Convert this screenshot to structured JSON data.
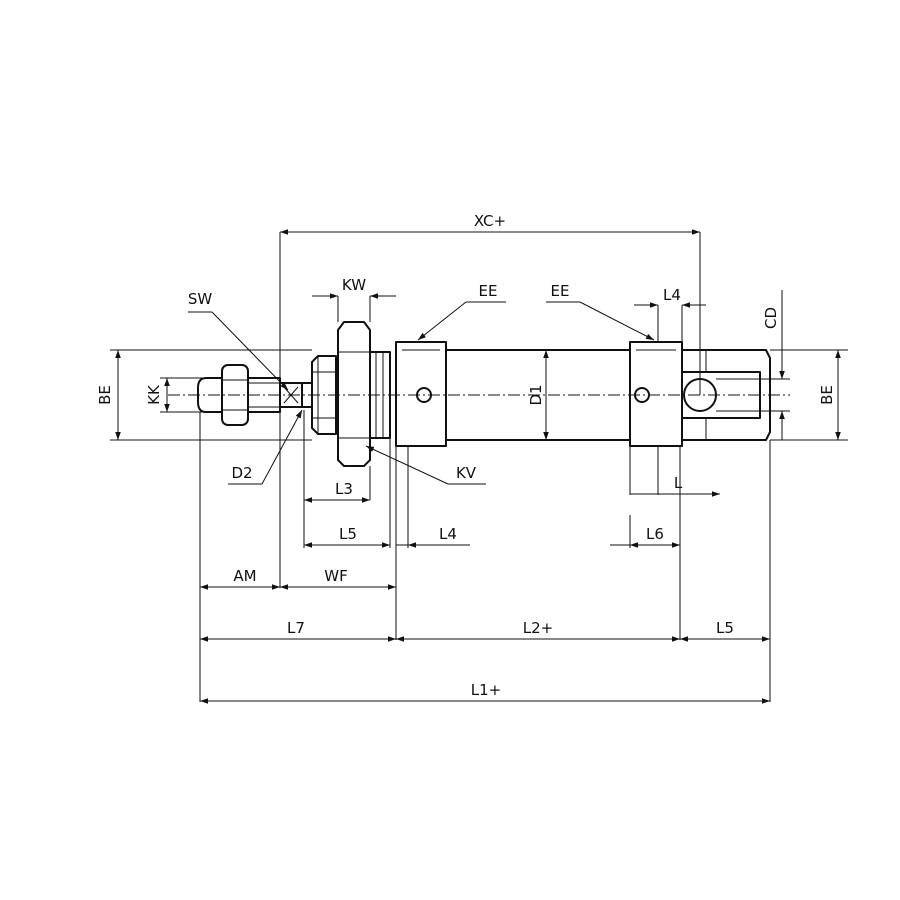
{
  "labels": {
    "xc": "XC+",
    "sw": "SW",
    "kw": "KW",
    "ee_left": "EE",
    "ee_right": "EE",
    "l4_top": "L4",
    "cd": "CD",
    "be_left": "BE",
    "kk": "KK",
    "d1": "D1",
    "be_right": "BE",
    "d2": "D2",
    "l3": "L3",
    "kv": "KV",
    "l_small": "L",
    "l5_mid": "L5",
    "l4_mid": "L4",
    "l6": "L6",
    "am": "AM",
    "wf": "WF",
    "l7": "L7",
    "l2": "L2+",
    "l5_right": "L5",
    "l1": "L1+"
  }
}
